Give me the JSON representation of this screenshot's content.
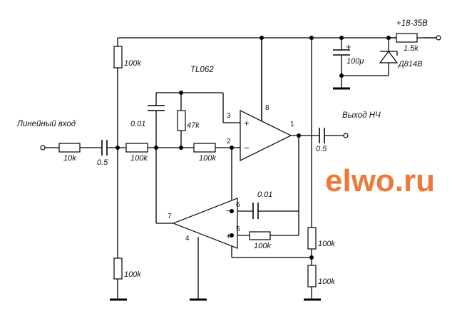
{
  "diagram": {
    "type": "circuit-schematic",
    "chip_label": "TL062",
    "watermark": "elwo.ru",
    "watermark_color": "#ee7a3a",
    "supply": {
      "label": "+18-35В",
      "resistor": "1.5k",
      "zener": "Д814В",
      "capacitor": "100μ",
      "cap_polarity": "+"
    },
    "input": {
      "label": "Линейный вход",
      "resistor": "10k",
      "capacitor": "0.5"
    },
    "output": {
      "label": "Выход НЧ",
      "capacitor": "0.5"
    },
    "bias_divider": {
      "top": "100k",
      "bottom": "100k"
    },
    "filter": {
      "series_resistor": "100k",
      "cap": "0.01",
      "feedback_resistor": "47k",
      "inv_resistor": "100k"
    },
    "opamp2": {
      "cap": "0.01",
      "resistor": "100k"
    },
    "ref_divider": {
      "top": "100k",
      "bottom": "100k"
    },
    "pins": {
      "p1": "1",
      "p2": "2",
      "p3": "3",
      "p4": "4",
      "p5": "5",
      "p6": "6",
      "p7": "7",
      "p8": "8"
    },
    "signs": {
      "plus": "+",
      "minus": "−"
    }
  }
}
